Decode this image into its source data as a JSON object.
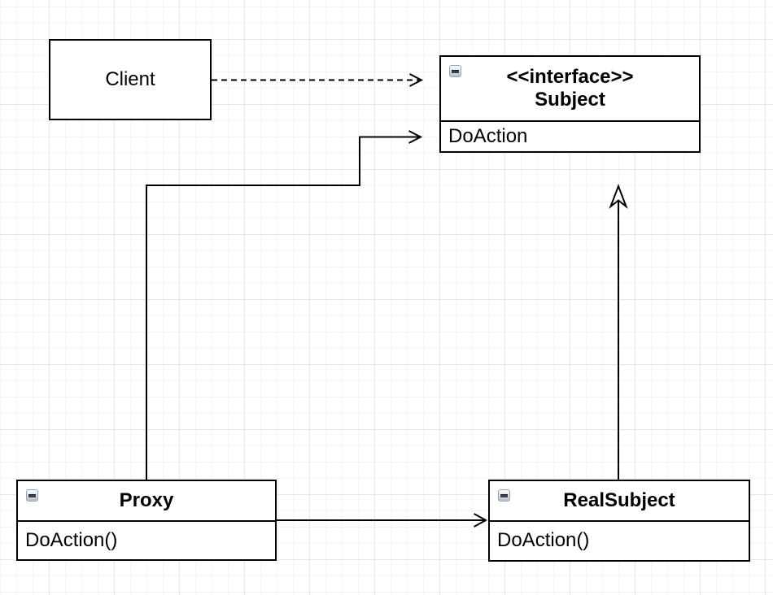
{
  "diagram": {
    "type": "uml-class-diagram",
    "pattern": "Proxy",
    "nodes": {
      "client": {
        "label": "Client"
      },
      "subject": {
        "stereotype": "<<interface>>",
        "name": "Subject",
        "method": "DoAction"
      },
      "proxy": {
        "name": "Proxy",
        "method": "DoAction()"
      },
      "real_subject": {
        "name": "RealSubject",
        "method": "DoAction()"
      }
    },
    "edges": [
      {
        "from": "Client",
        "to": "Subject",
        "line": "dashed",
        "arrow": "open"
      },
      {
        "from": "Proxy",
        "to": "Subject",
        "line": "solid-orthogonal",
        "arrow": "open"
      },
      {
        "from": "Proxy",
        "to": "RealSubject",
        "line": "solid",
        "arrow": "open"
      },
      {
        "from": "RealSubject",
        "to": "Subject",
        "line": "solid",
        "arrow": "open-dart"
      }
    ],
    "icons": {
      "collapse": "minus-in-square"
    },
    "colors": {
      "canvas": "#ffffff",
      "node_fill": "#ffffff",
      "node_stroke": "#000000",
      "edge_stroke": "#000000",
      "grid_minor": "#f4f4f4",
      "grid_major": "#e6e6e6",
      "collapse_button_border": "#96a1b4"
    }
  }
}
